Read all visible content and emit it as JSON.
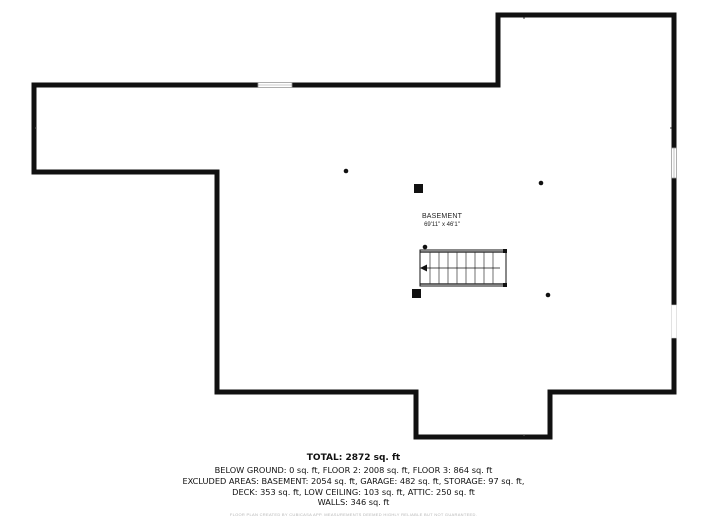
{
  "room": {
    "name": "BASEMENT",
    "dimensions": "69'11\" x 46'1\""
  },
  "summary": {
    "total": "TOTAL: 2872 sq. ft",
    "below_ground": "BELOW GROUND: 0 sq. ft, FLOOR 2: 2008 sq. ft, FLOOR 3: 864 sq. ft",
    "excluded": "EXCLUDED AREAS: BASEMENT: 2054 sq. ft, GARAGE: 482 sq. ft, STORAGE: 97 sq. ft,",
    "excluded_cont": "DECK: 353 sq. ft, LOW CEILING: 103 sq. ft, ATTIC: 250 sq. ft",
    "walls": "WALLS: 346 sq. ft"
  },
  "footer": "FLOOR PLAN CREATED BY CUBICASA APP. MEASUREMENTS DEEMED HIGHLY RELIABLE BUT NOT GUARANTEED.",
  "colors": {
    "wall": "#111111",
    "background": "#ffffff",
    "window": "#cfcfcf"
  }
}
